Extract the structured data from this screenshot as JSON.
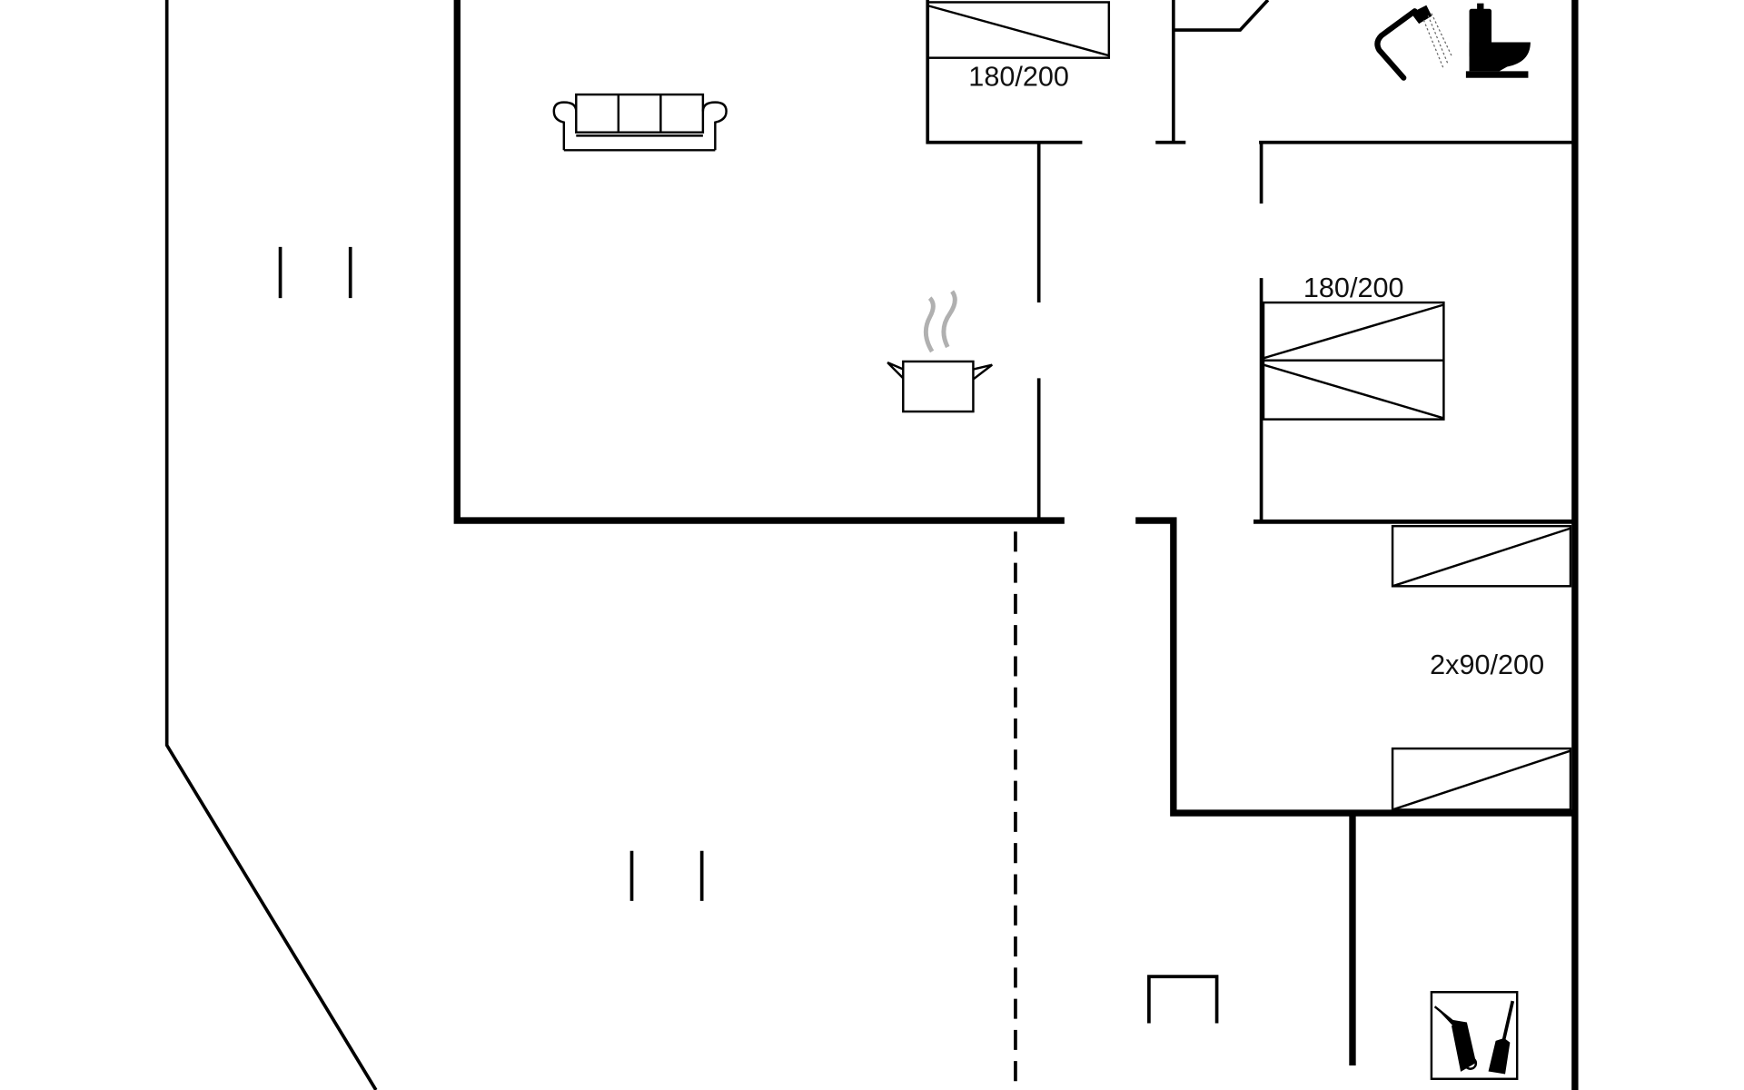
{
  "floorplan": {
    "colors": {
      "wall": "#000000",
      "steam": "#b0b0b0",
      "background": "#ffffff"
    },
    "labels": {
      "bed_top": "180/200",
      "bed_middle": "180/200",
      "bunk_beds": "2x90/200"
    },
    "icons": [
      "sofa-icon",
      "cooking-pot-icon",
      "shower-icon",
      "toilet-icon",
      "utility-room-icon"
    ]
  }
}
